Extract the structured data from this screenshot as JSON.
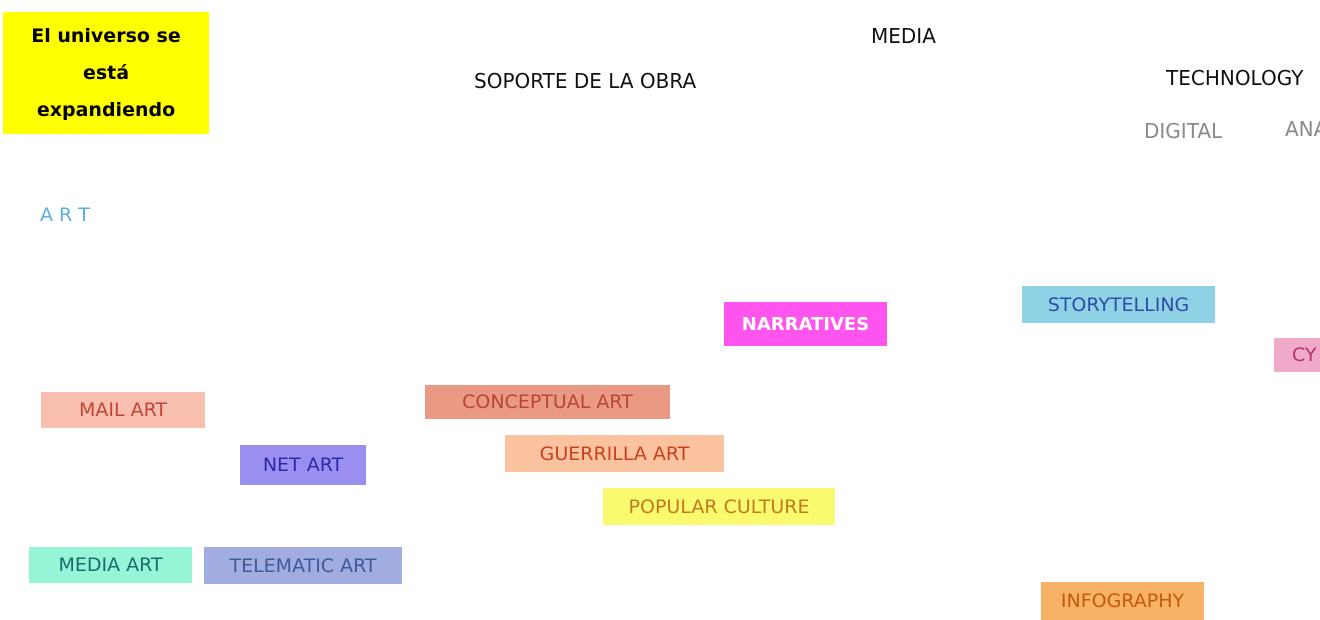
{
  "title_box": {
    "lines": [
      "El universo se",
      "está",
      "expandiendo"
    ],
    "background": "#ffff00"
  },
  "headers": {
    "media": "MEDIA",
    "soporte": "SOPORTE DE LA OBRA",
    "technology": "TECHNOLOGY",
    "digital": "DIGITAL",
    "analog_partial": "ANA",
    "art": "A R T"
  },
  "tags": {
    "narratives": {
      "label": "NARRATIVES",
      "bg": "#ff55ee",
      "fg": "#ffffff"
    },
    "storytelling": {
      "label": "STORYTELLING",
      "bg": "#8fd2e6",
      "fg": "#2f4ca8"
    },
    "cy_partial": {
      "label": "CY",
      "bg": "#eeaac8",
      "fg": "#b8326a"
    },
    "mail_art": {
      "label": "MAIL ART",
      "bg": "#f8bfae",
      "fg": "#c0453a"
    },
    "conceptual_art": {
      "label": "CONCEPTUAL ART",
      "bg": "#ea9a84",
      "fg": "#b9453a"
    },
    "net_art": {
      "label": "NET ART",
      "bg": "#9a8ff0",
      "fg": "#2a2aa8"
    },
    "guerrilla_art": {
      "label": "GUERRILLA ART",
      "bg": "#fbc2a0",
      "fg": "#c9421e"
    },
    "popular_culture": {
      "label": "POPULAR CULTURE",
      "bg": "#fafa70",
      "fg": "#c27a1a"
    },
    "media_art": {
      "label": "MEDIA ART",
      "bg": "#96f5d6",
      "fg": "#1c6b6e"
    },
    "telematic_art": {
      "label": "TELEMATIC ART",
      "bg": "#a1ace0",
      "fg": "#3f5a9a"
    },
    "infography": {
      "label": "INFOGRAPHY",
      "bg": "#f8b266",
      "fg": "#c25a10"
    }
  }
}
